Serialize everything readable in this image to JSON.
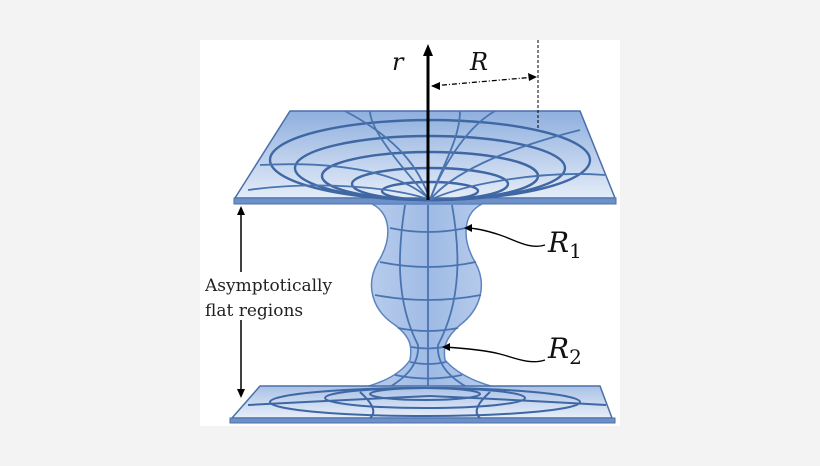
{
  "diagram": {
    "title": "Wormhole embedding diagram with two throats",
    "labels": {
      "axis": "r",
      "radius": "R",
      "throat1": "R",
      "throat1_sub": "1",
      "throat2": "R",
      "throat2_sub": "2",
      "region_line1": "Asymptotically",
      "region_line2": "flat regions"
    },
    "colors": {
      "background": "#f3f3f3",
      "panel": "#ffffff",
      "surface_light": "#dbe5f6",
      "surface_dark": "#8fb0df",
      "grid_line": "#4a74b0",
      "edge": "#4a6fa8",
      "axis": "#000000"
    }
  }
}
